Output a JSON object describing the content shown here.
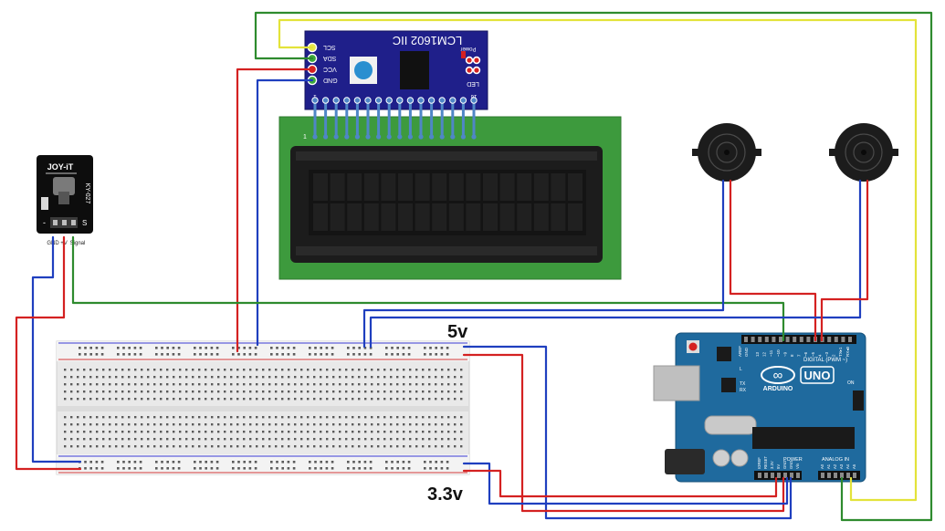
{
  "lcd_module": {
    "title": "LCM1602 IIC",
    "pins": [
      "SCL",
      "SDA",
      "VCC",
      "GND"
    ],
    "power_label": "Power",
    "led_label": "LED",
    "pin_first": "1",
    "pin_last": "16",
    "display_pin_first": "1"
  },
  "sensor": {
    "brand": "JOY-iT",
    "model": "KY-027",
    "minus_mark": "-",
    "s_mark": "S",
    "pin_labels": [
      "GND",
      "+V",
      "Signal"
    ]
  },
  "breadboard": {
    "label_top": "5v",
    "label_bottom": "3.3v"
  },
  "arduino": {
    "brand": "ARDUINO",
    "model": "UNO",
    "logo": "∞",
    "digital_label": "DIGITAL (PWM ~)",
    "analog_label": "ANALOG IN",
    "power_label": "POWER",
    "aref_label": "AREF",
    "gnd_label": "GND",
    "tx_label": "TX",
    "rx_label": "RX",
    "l_label": "L",
    "on_label": "ON",
    "digital_pins": [
      "13",
      "12",
      "~11",
      "~10",
      "~9",
      "8",
      "7",
      "~6",
      "~5",
      "4",
      "~3",
      "2",
      "TX▸1",
      "RX◂0"
    ],
    "power_pins": [
      "IOREF",
      "RESET",
      "3.3V",
      "5V",
      "GND",
      "GND",
      "Vin"
    ],
    "analog_pins": [
      "A0",
      "A1",
      "A2",
      "A3",
      "A4",
      "A5"
    ]
  },
  "colors": {
    "wire_red": "#d42121",
    "wire_blue": "#1f3fbf",
    "wire_green": "#2e8b2e",
    "wire_yellow": "#e3e33a",
    "lcd_pcb": "#3d9a3d",
    "i2c_board": "#1f1f8a",
    "arduino_board": "#1f6a9e"
  }
}
